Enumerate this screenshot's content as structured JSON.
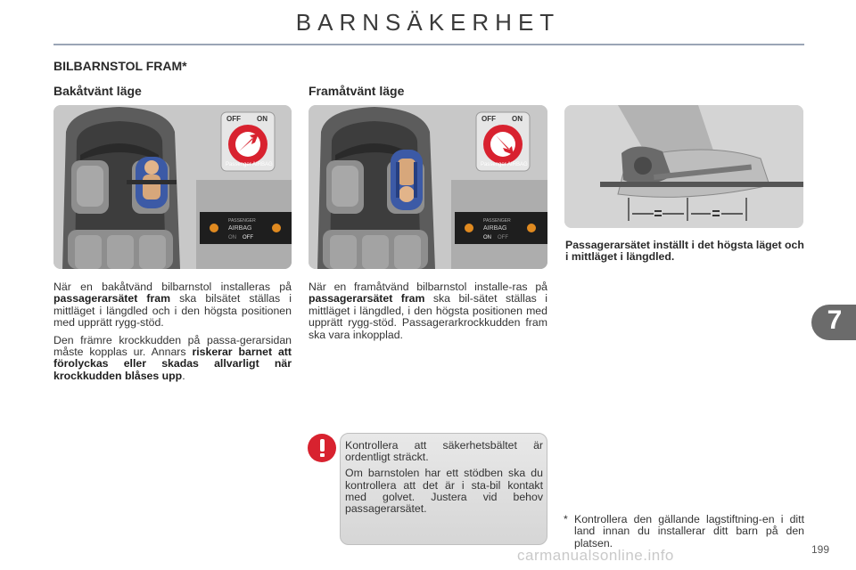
{
  "header": {
    "title": "BARNSÄKERHET"
  },
  "section": {
    "title": "BILBARNSTOL FRAM*"
  },
  "columns": {
    "rear": {
      "title": "Bakåtvänt läge"
    },
    "front": {
      "title": "Framåtvänt läge"
    }
  },
  "figures": {
    "airbag_panel": {
      "off": "OFF",
      "on": "ON",
      "ring_text": "Passenger AIRBAG",
      "display_line1": "PASSENGER",
      "display_line2": "AIRBAG",
      "display_on": "ON",
      "display_off": "OFF"
    }
  },
  "rear_text": {
    "p1_a": "När en bakåtvänd bilbarnstol installeras på ",
    "p1_b": "passagerarsätet fram",
    "p1_c": " ska bilsätet ställas i mittläget i längdled och i den högsta positionen med upprätt rygg-stöd.",
    "p2_a": "Den främre krockkudden på passa-gerarsidan måste kopplas ur. Annars ",
    "p2_b": "riskerar barnet att förolyckas eller skadas allvarligt när krockkudden blåses upp",
    "p2_c": "."
  },
  "front_text": {
    "p1_a": "När en framåtvänd bilbarnstol installe-ras på ",
    "p1_b": "passagerarsätet fram",
    "p1_c": " ska bil-sätet ställas i mittläget i längdled, i den högsta positionen med upprätt rygg-stöd. Passagerarkrockkudden fram ska vara inkopplad."
  },
  "caption": "Passagerarsätet inställt i det högsta läget och i mittläget i längdled.",
  "warning": {
    "p1": "Kontrollera att säkerhetsbältet är ordentligt sträckt.",
    "p2": "Om barnstolen har ett stödben ska du kontrollera att det är i sta-bil kontakt med golvet. Justera vid behov passagerarsätet."
  },
  "footnote": {
    "star": "*",
    "text": "Kontrollera den gällande lagstiftning-en i ditt land innan du installerar ditt barn på den platsen."
  },
  "chapter": {
    "number": "7"
  },
  "page": {
    "number": "199"
  },
  "watermark": {
    "text": "carmanualsonline.info"
  },
  "colors": {
    "red": "#d8222f",
    "rule": "#9aa5b6",
    "child_seat": "#3c5aa6",
    "tab": "#6b6b6b"
  }
}
